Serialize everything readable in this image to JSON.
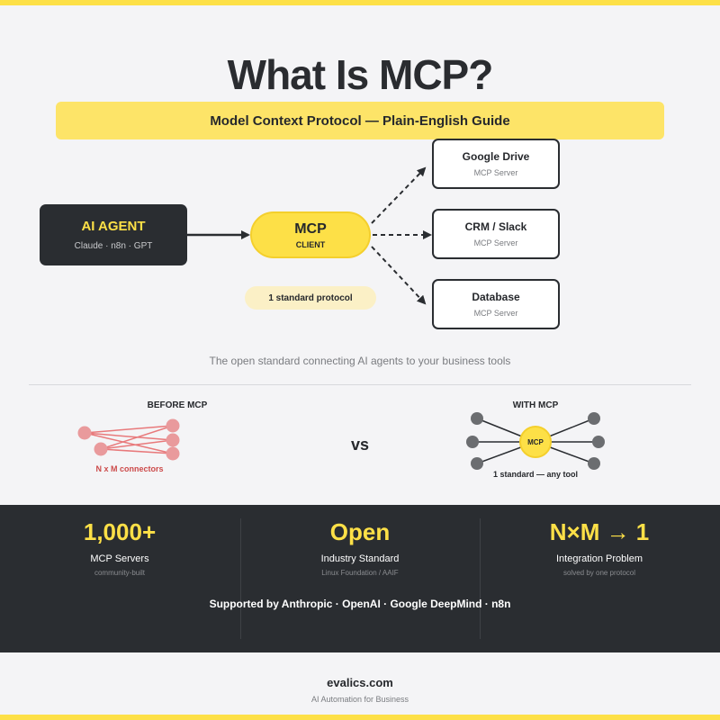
{
  "header": {
    "title": "What Is MCP?",
    "subtitle": "Model Context Protocol — Plain-English Guide"
  },
  "flow": {
    "agent": {
      "title": "AI AGENT",
      "subtitle": "Claude · n8n · GPT"
    },
    "client": {
      "title": "MCP",
      "subtitle": "CLIENT"
    },
    "protocol_note": "1 standard protocol",
    "servers": [
      {
        "name": "Google Drive",
        "type": "MCP Server"
      },
      {
        "name": "CRM / Slack",
        "type": "MCP Server"
      },
      {
        "name": "Database",
        "type": "MCP Server"
      }
    ],
    "tagline": "The open standard connecting AI agents to your business tools"
  },
  "comparison": {
    "before": {
      "title": "BEFORE MCP",
      "caption": "N x M connectors"
    },
    "versus": "vs",
    "with": {
      "title": "WITH MCP",
      "hub_label": "MCP",
      "caption": "1 standard — any tool"
    }
  },
  "stats": [
    {
      "value": "1,000+",
      "label": "MCP Servers",
      "sub": "community-built"
    },
    {
      "value": "Open",
      "label": "Industry Standard",
      "sub": "Linux Foundation / AAIF"
    },
    {
      "value": "N×M → 1",
      "label": "Integration Problem",
      "sub": "solved by one protocol"
    }
  ],
  "supported_by": "Supported by Anthropic · OpenAI · Google DeepMind · n8n",
  "footer": {
    "site": "evalics.com",
    "tagline": "AI Automation for Business"
  },
  "colors": {
    "accent_yellow": "#fde047",
    "dark": "#2a2d31",
    "before_red": "#cc4a4a",
    "node_gray": "#6b6d70"
  }
}
